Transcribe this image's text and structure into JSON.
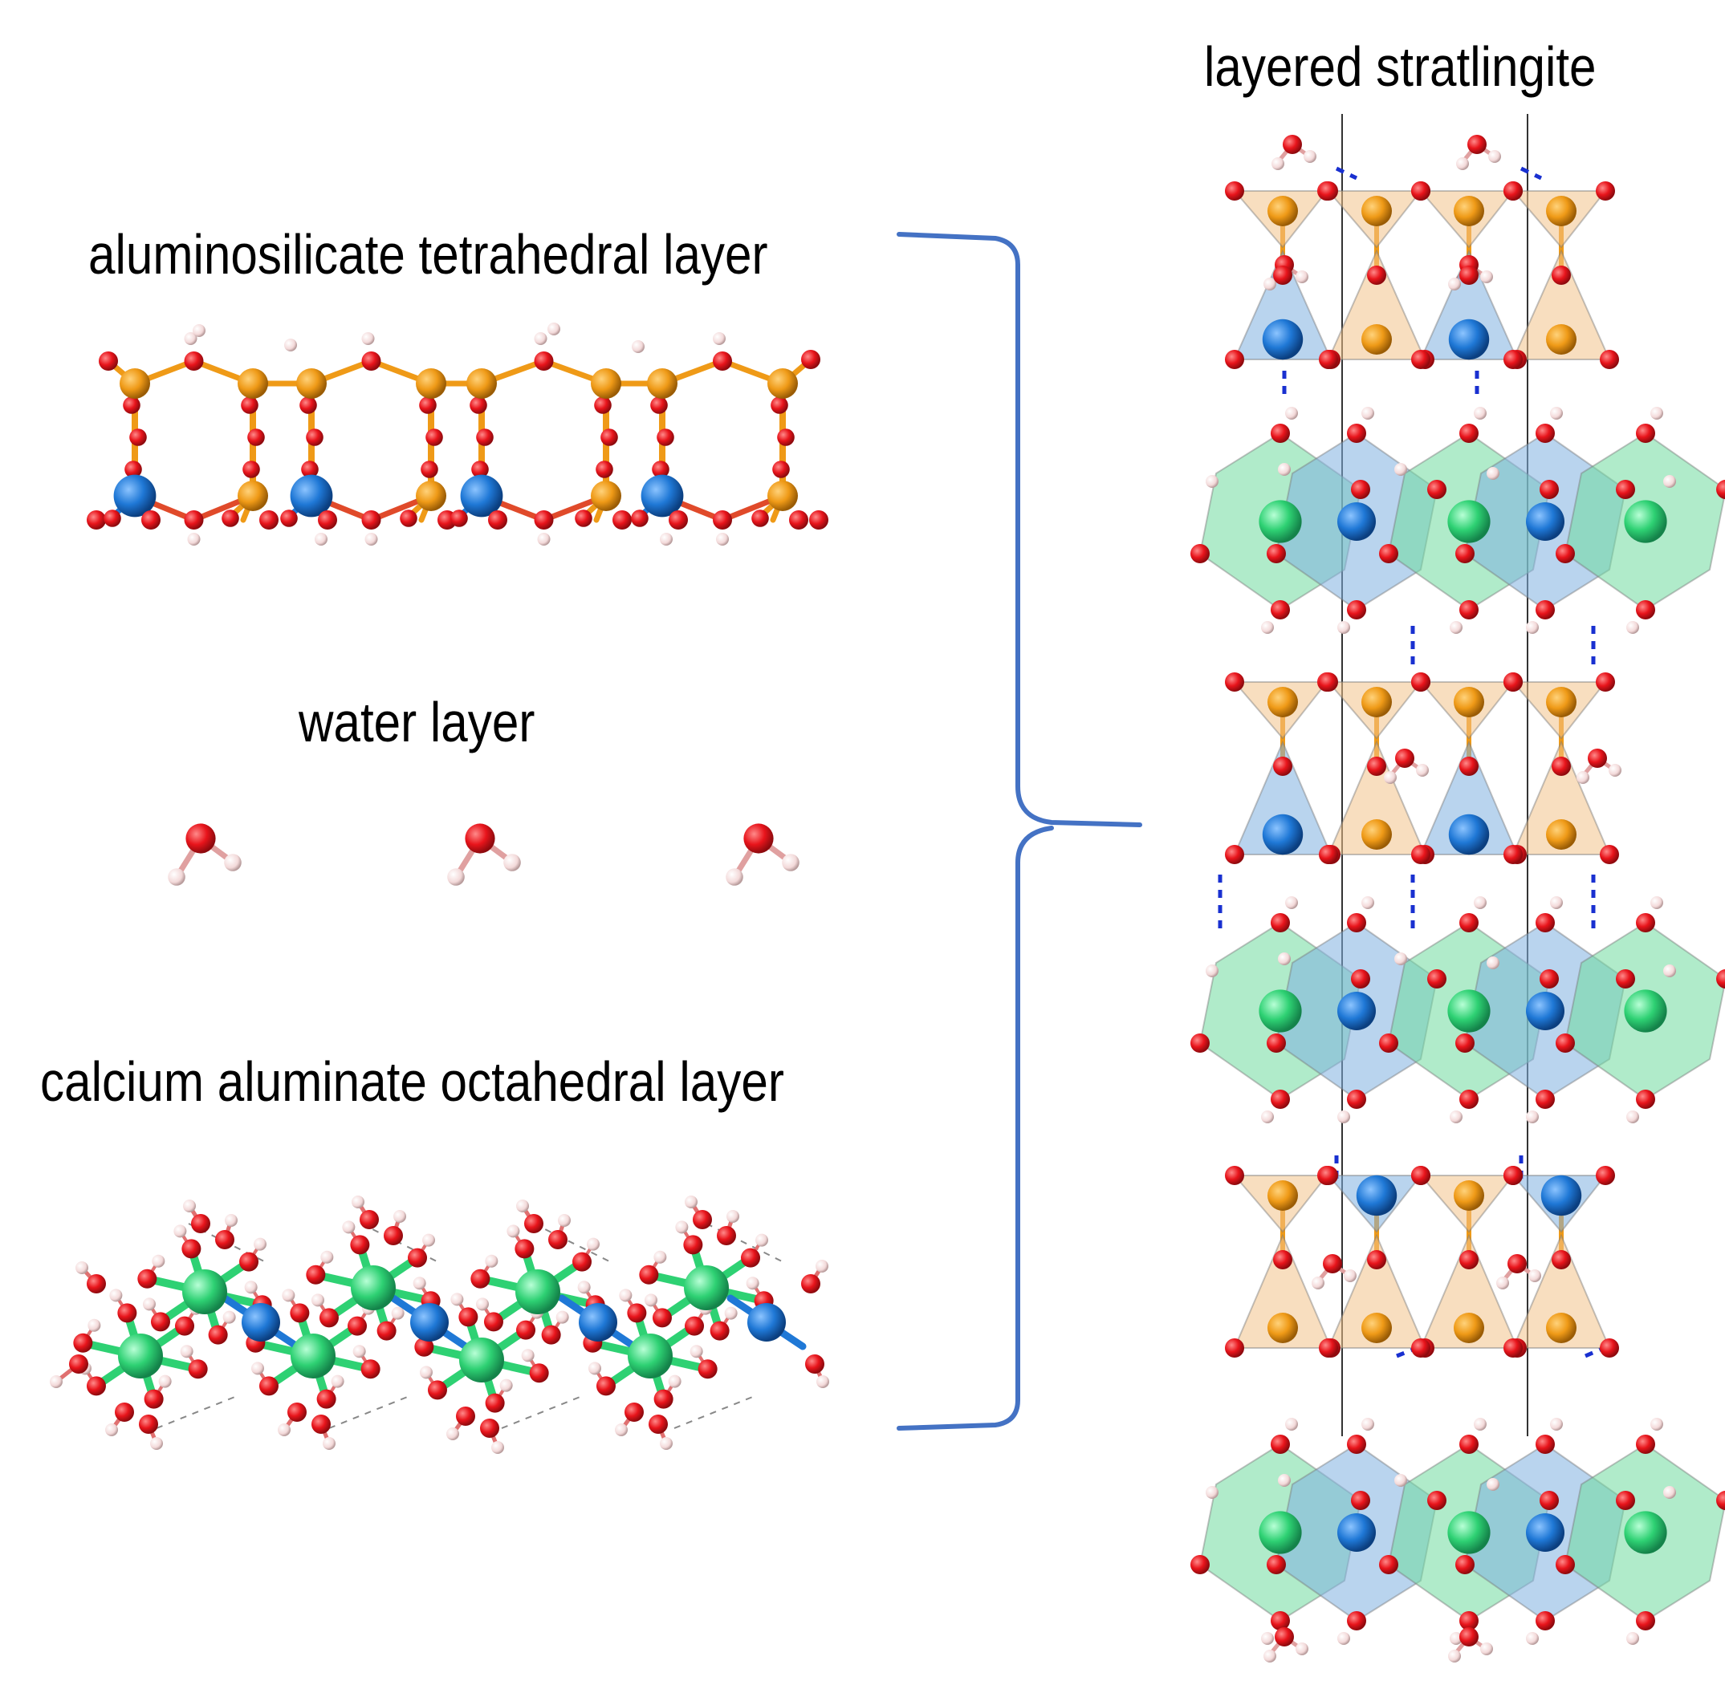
{
  "labels": {
    "tetrahedral": "aluminosilicate tetrahedral layer",
    "water": "water  layer",
    "octahedral": "calcium aluminate octahedral layer",
    "stratlingite": "layered stratlingite"
  },
  "colors": {
    "oxygen": "#e8141b",
    "hydrogen": "#f3d9d9",
    "silicon": "#ef9a17",
    "aluminum": "#1f78d6",
    "calcium": "#2ed173",
    "tetra_face": "#f2c28a",
    "alu_face": "#7fb0e0",
    "octa_face": "#6fdb9e",
    "brace": "#4472c4",
    "hbond": "#1930d0"
  }
}
